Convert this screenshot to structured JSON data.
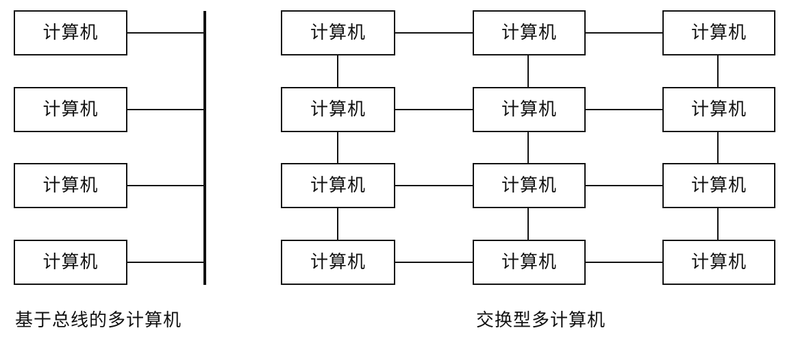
{
  "bus_diagram": {
    "caption": "基于总线的多计算机",
    "nodes": [
      "计算机",
      "计算机",
      "计算机",
      "计算机"
    ]
  },
  "switched_diagram": {
    "caption": "交换型多计算机",
    "rows": [
      [
        "计算机",
        "计算机",
        "计算机"
      ],
      [
        "计算机",
        "计算机",
        "计算机"
      ],
      [
        "计算机",
        "计算机",
        "计算机"
      ],
      [
        "计算机",
        "计算机",
        "计算机"
      ]
    ]
  }
}
